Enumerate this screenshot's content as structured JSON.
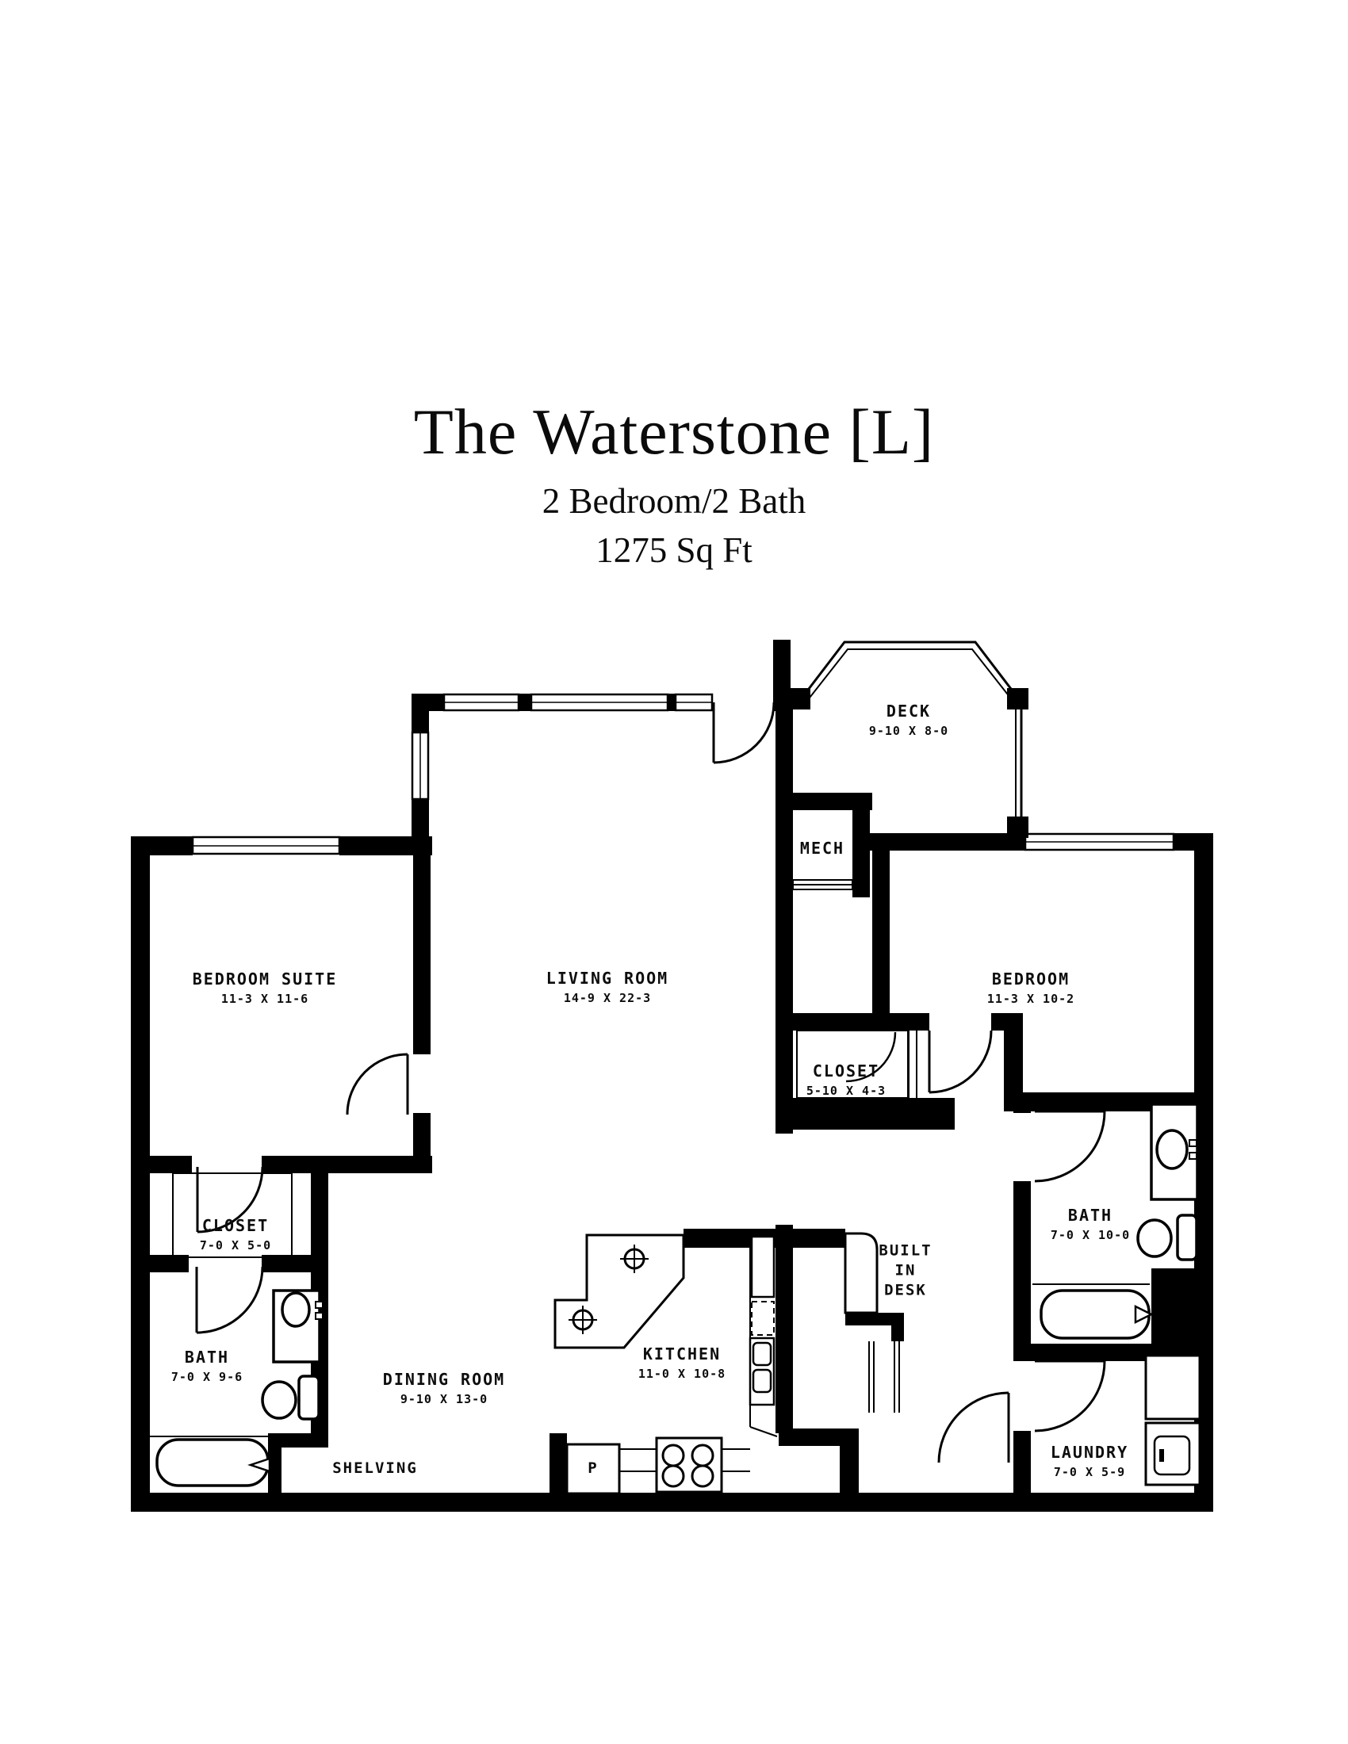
{
  "header": {
    "title": "The Waterstone [L]",
    "subtitle": "2 Bedroom/2 Bath",
    "area": "1275 Sq Ft"
  },
  "rooms": {
    "deck": {
      "name": "DECK",
      "dims": "9-10 X 8-0"
    },
    "mech": {
      "name": "MECH",
      "dims": ""
    },
    "bedroom_suite": {
      "name": "BEDROOM SUITE",
      "dims": "11-3 X 11-6"
    },
    "living_room": {
      "name": "LIVING ROOM",
      "dims": "14-9 X 22-3"
    },
    "bedroom": {
      "name": "BEDROOM",
      "dims": "11-3 X 10-2"
    },
    "closet_bedroom": {
      "name": "CLOSET",
      "dims": "5-10 X 4-3"
    },
    "closet_suite": {
      "name": "CLOSET",
      "dims": "7-0 X 5-0"
    },
    "bath_suite": {
      "name": "BATH",
      "dims": "7-0 X 9-6"
    },
    "dining_room": {
      "name": "DINING ROOM",
      "dims": "9-10 X 13-0"
    },
    "kitchen": {
      "name": "KITCHEN",
      "dims": "11-0 X 10-8"
    },
    "bath_second": {
      "name": "BATH",
      "dims": "7-0 X 10-0"
    },
    "laundry": {
      "name": "LAUNDRY",
      "dims": "7-0 X 5-9"
    }
  },
  "features": {
    "built_in_desk": {
      "line1": "BUILT",
      "line2": "IN",
      "line3": "DESK"
    },
    "shelving": "SHELVING",
    "pantry": "P"
  },
  "colors": {
    "ink": "#000000",
    "paper": "#ffffff"
  }
}
